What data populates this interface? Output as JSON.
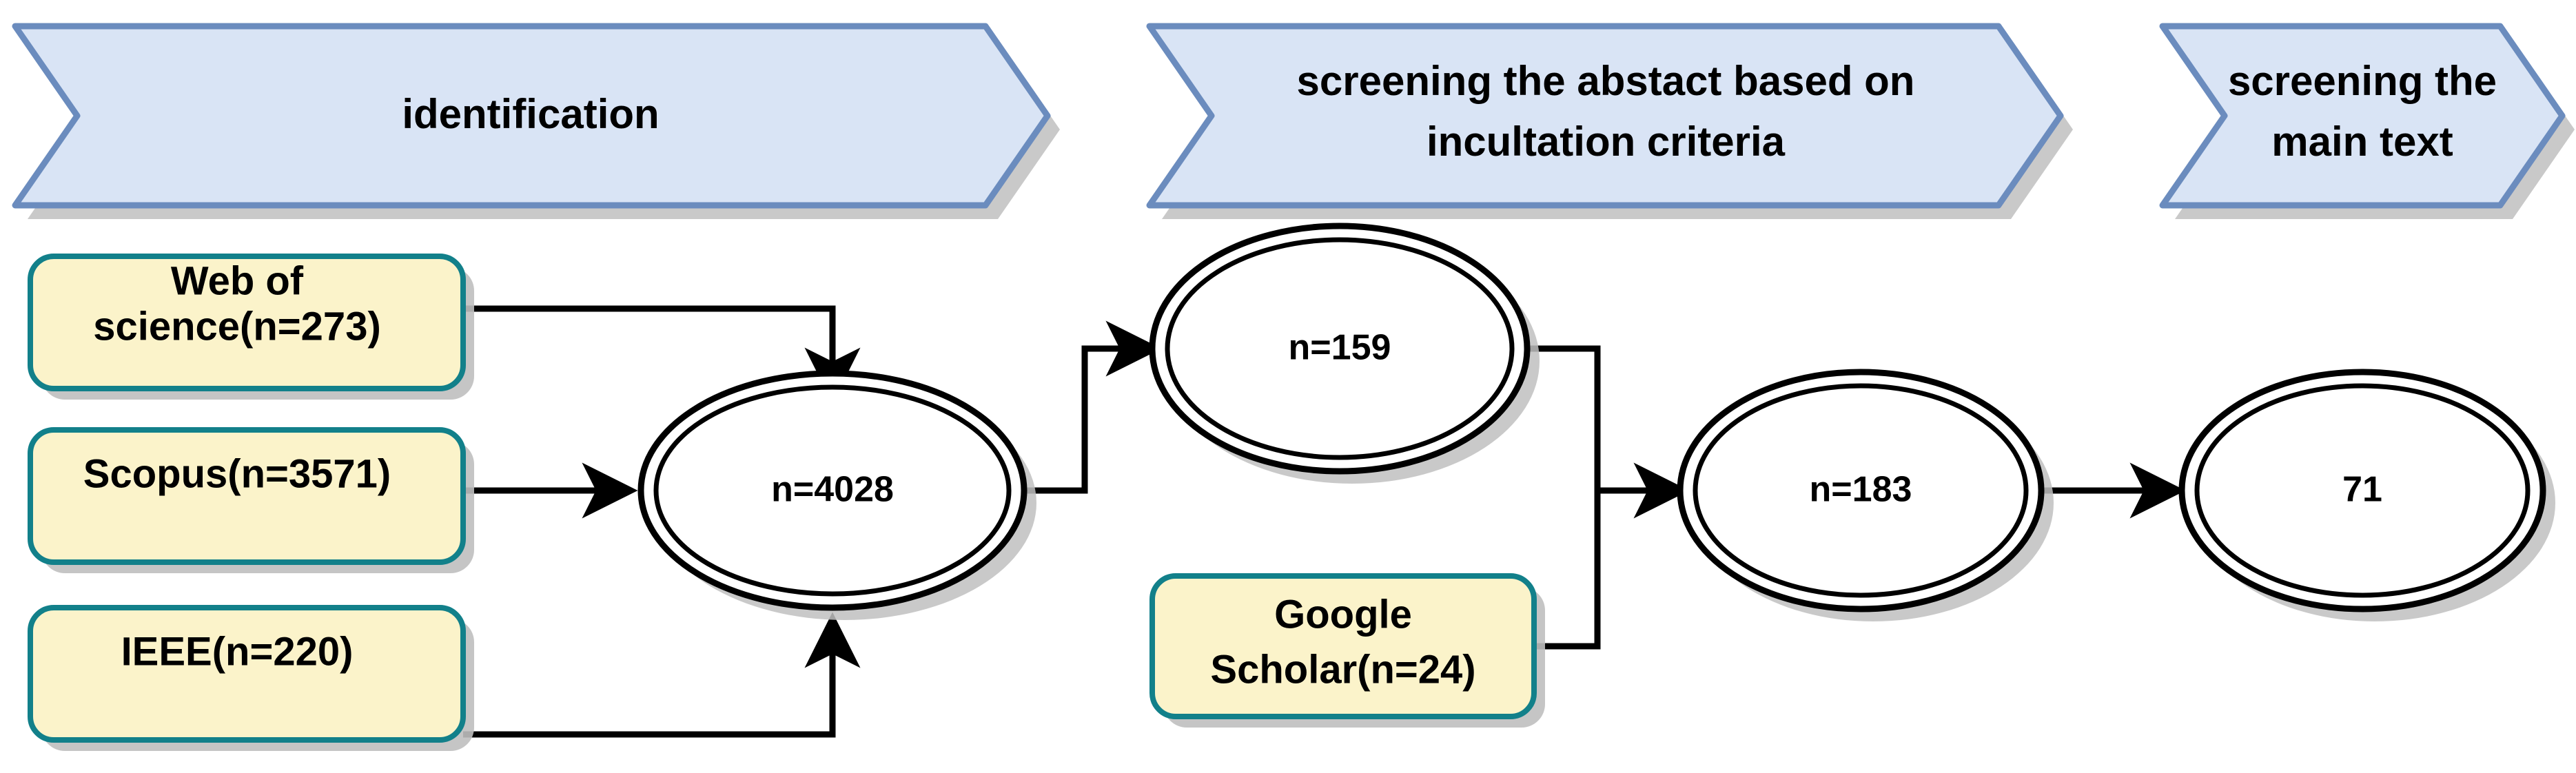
{
  "diagram": {
    "type": "prisma-flow-diagram",
    "background_color": "#ffffff",
    "stage_width": 3738,
    "stage_height": 1122
  },
  "palette": {
    "banner_fill": "#D9E4F5",
    "banner_stroke": "#6B8CBE",
    "box_fill": "#FBF3CA",
    "box_stroke": "#12808A",
    "node_fill": "#FFFFFF",
    "node_stroke": "#000000",
    "shadow": "#BFBFBF",
    "connector": "#000000",
    "text": "#000000"
  },
  "banners": [
    {
      "id": "identification",
      "label": "identification",
      "lines": [
        "identification"
      ]
    },
    {
      "id": "screening-abstract",
      "label": "screening  the abstact based on incultation criteria",
      "lines": [
        "screening  the abstact based on",
        "incultation criteria"
      ]
    },
    {
      "id": "screening-main-text",
      "label": "screening the main text",
      "lines": [
        "screening the",
        "main text"
      ]
    }
  ],
  "source_boxes": [
    {
      "id": "web-of-science",
      "label": "Web of science(n=273)",
      "lines": [
        "Web of",
        "science(n=273)"
      ],
      "source": "Web of science",
      "n": 273
    },
    {
      "id": "scopus",
      "label": "Scopus(n=3571)",
      "lines": [
        "Scopus(n=3571)"
      ],
      "source": "Scopus",
      "n": 3571
    },
    {
      "id": "ieee",
      "label": "IEEE(n=220)",
      "lines": [
        "IEEE(n=220)"
      ],
      "source": "IEEE",
      "n": 220
    },
    {
      "id": "google-scholar",
      "label": "Google Scholar(n=24)",
      "lines": [
        "Google",
        "Scholar(n=24)"
      ],
      "source": "Google Scholar",
      "n": 24
    }
  ],
  "nodes": [
    {
      "id": "pooled-records",
      "label": "n=4028",
      "n": 4028
    },
    {
      "id": "after-abstract-screening",
      "label": "n=159",
      "n": 159
    },
    {
      "id": "with-google-scholar",
      "label": "n=183",
      "n": 183
    },
    {
      "id": "final-included",
      "label": "71",
      "n": 71
    }
  ],
  "connectors": [
    {
      "id": "wos-to-pooled",
      "from": "web-of-science",
      "to": "pooled-records",
      "style": "elbow",
      "arrow": "down"
    },
    {
      "id": "scopus-to-pooled",
      "from": "scopus",
      "to": "pooled-records",
      "style": "straight",
      "arrow": "right"
    },
    {
      "id": "ieee-to-pooled",
      "from": "ieee",
      "to": "pooled-records",
      "style": "elbow",
      "arrow": "up"
    },
    {
      "id": "pooled-to-159",
      "from": "pooled-records",
      "to": "after-abstract-screening",
      "style": "elbow",
      "arrow": "right"
    },
    {
      "id": "159-to-183",
      "from": "after-abstract-screening",
      "to": "with-google-scholar",
      "style": "elbow-merge",
      "arrow": "right"
    },
    {
      "id": "scholar-to-183",
      "from": "google-scholar",
      "to": "with-google-scholar",
      "style": "elbow-merge",
      "arrow": "none"
    },
    {
      "id": "183-to-71",
      "from": "with-google-scholar",
      "to": "final-included",
      "style": "straight",
      "arrow": "right"
    }
  ]
}
